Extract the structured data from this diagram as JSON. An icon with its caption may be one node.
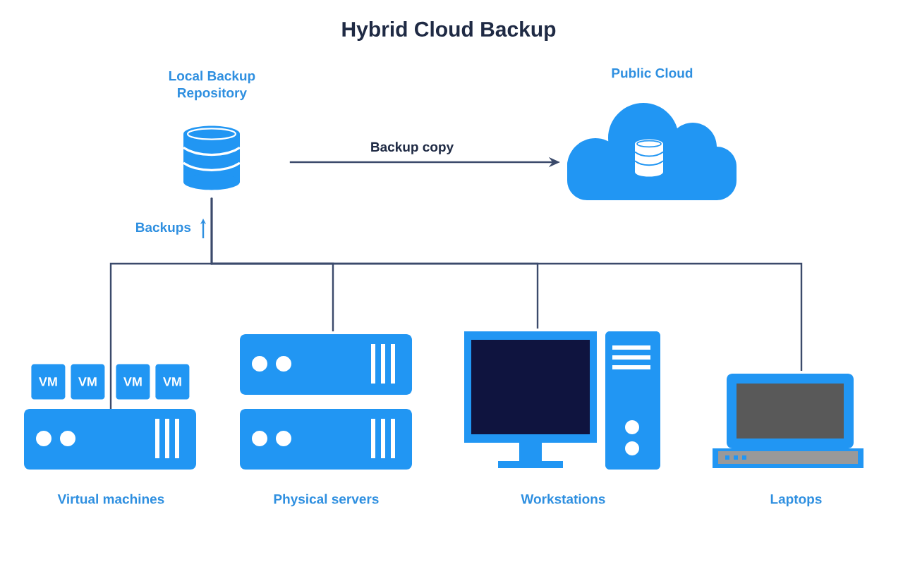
{
  "diagram": {
    "title": "Hybrid Cloud Backup",
    "nodes": [
      {
        "text": [
          "Local Backup Repository"
        ]
      },
      {
        "text": [
          "Public Cloud"
        ]
      },
      {
        "text": [
          "Virtual machines"
        ]
      },
      {
        "text": [
          "VM"
        ]
      },
      {
        "text": [
          "VM"
        ]
      },
      {
        "text": [
          "VM"
        ]
      },
      {
        "text": [
          "VM"
        ]
      },
      {
        "text": [
          "Physical servers"
        ]
      },
      {
        "text": [
          "Workstations"
        ]
      },
      {
        "text": [
          "Laptops"
        ]
      }
    ],
    "edges": [
      {
        "from": 0,
        "to": 1,
        "arrow": "to",
        "label": "Backup copy"
      },
      {
        "from": 2,
        "to": 0,
        "arrow": "none"
      },
      {
        "from": 7,
        "to": 0,
        "arrow": "none"
      },
      {
        "from": 8,
        "to": 0,
        "arrow": "none"
      },
      {
        "from": 9,
        "to": 0,
        "arrow": "none"
      }
    ],
    "labels": [
      "Backups"
    ]
  }
}
